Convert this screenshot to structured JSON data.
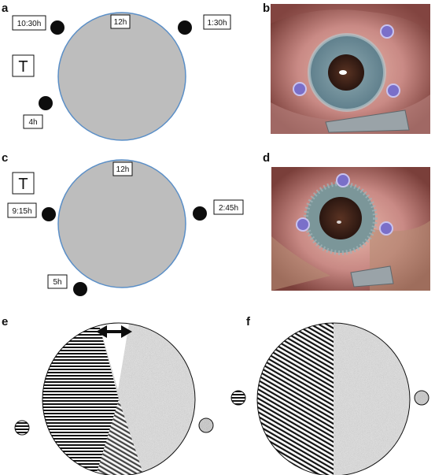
{
  "panels": {
    "a": {
      "letter": "a",
      "side_marker": "T",
      "labels": {
        "top": "12h",
        "upper_left": "10:30h",
        "upper_right": "1:30h",
        "lower_left": "4h"
      }
    },
    "b": {
      "letter": "b"
    },
    "c": {
      "letter": "c",
      "side_marker": "T",
      "labels": {
        "top": "12h",
        "left": "9:15h",
        "right": "2:45h",
        "lower_left": "5h"
      }
    },
    "d": {
      "letter": "d"
    },
    "e": {
      "letter": "e"
    },
    "f": {
      "letter": "f"
    }
  },
  "colors": {
    "disk_fill": "#bdbdbd",
    "disk_stroke": "#5b8fc7",
    "port": "#0d0d0d",
    "photo_sclera": "#c98a85",
    "photo_iris": "#6f8f9a",
    "photo_pupil": "#3a1f1a",
    "photo_port": "#7a6fc9"
  }
}
